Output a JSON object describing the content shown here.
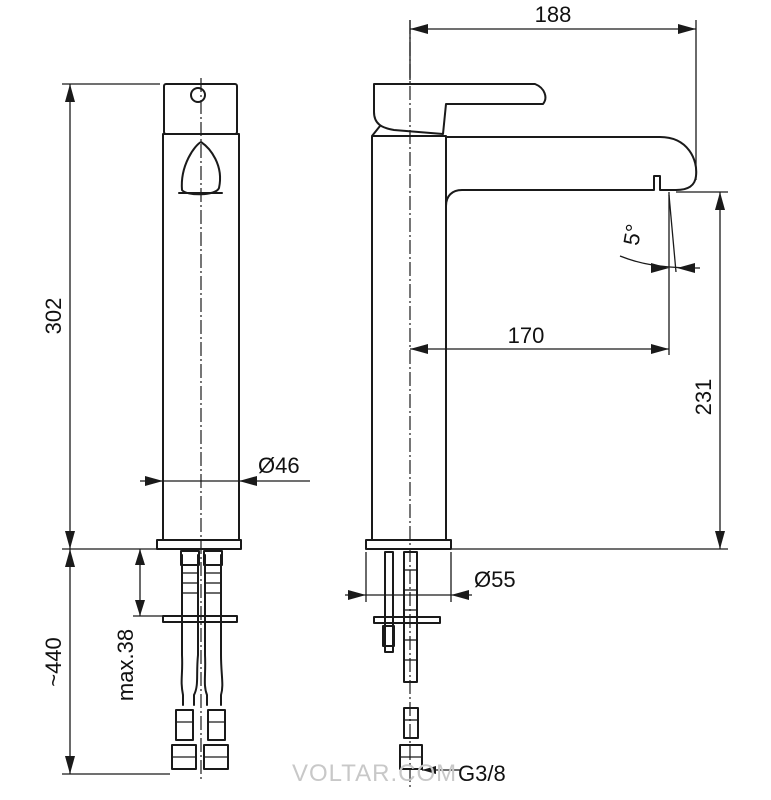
{
  "dimensions": {
    "width_188": "188",
    "spout_reach_170": "170",
    "body_height_302": "302",
    "spout_height_231": "231",
    "hose_length_440": "~440",
    "max_counter_38": "max.38",
    "body_diameter_46": "Ø46",
    "base_diameter_55": "Ø55",
    "thread_g38": "G3/8",
    "spout_angle_5": "5°"
  },
  "watermark": "VOLTAR.COM"
}
